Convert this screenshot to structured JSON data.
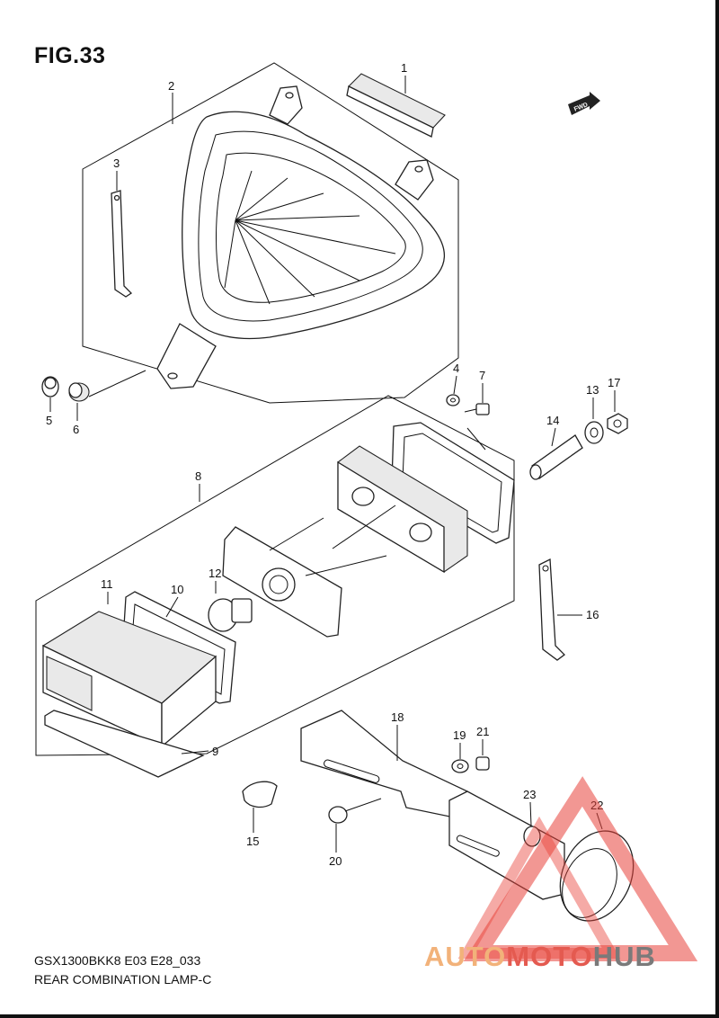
{
  "figure": {
    "title": "FIG.33",
    "fwd_badge": "FWD"
  },
  "callouts": [
    "1",
    "2",
    "3",
    "4",
    "5",
    "6",
    "7",
    "8",
    "9",
    "10",
    "11",
    "12",
    "13",
    "14",
    "15",
    "16",
    "17",
    "18",
    "19",
    "20",
    "21",
    "22",
    "23"
  ],
  "footer": {
    "model_code": "GSX1300BKK8 E03 E28_033",
    "diagram_name": "REAR COMBINATION LAMP-C"
  },
  "watermark": {
    "word_1": "AUTO",
    "word_2": "MOTO",
    "word_3": "HUB",
    "colors": {
      "auto": "#f2b27a",
      "moto": "#e45a50",
      "hub": "#7a7a7a",
      "triangle": "#e8423a"
    }
  }
}
